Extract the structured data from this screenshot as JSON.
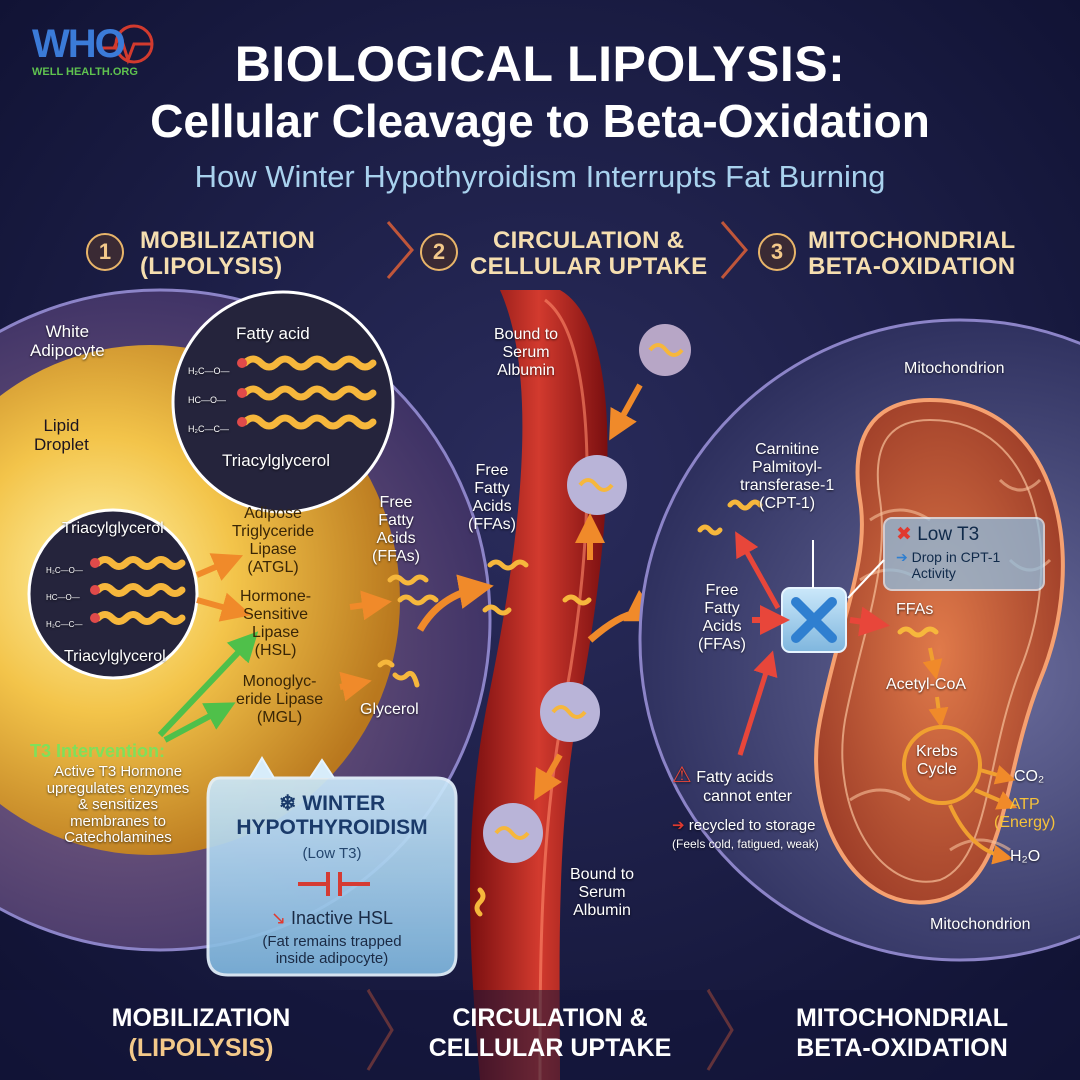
{
  "brand": {
    "logo_text": "WHO",
    "logo_subtitle": "WELL HEALTH.ORG"
  },
  "title": {
    "line1": "BIOLOGICAL LIPOLYSIS:",
    "line2": "Cellular Cleavage to Beta-Oxidation"
  },
  "subtitle": "How Winter Hypothyroidism Interrupts Fat Burning",
  "steps": [
    {
      "number": "1",
      "line1": "MOBILIZATION",
      "line2": "(LIPOLYSIS)"
    },
    {
      "number": "2",
      "line1": "CIRCULATION &",
      "line2": "CELLULAR UPTAKE"
    },
    {
      "number": "3",
      "line1": "MITOCHONDRIAL",
      "line2": "BETA-OXIDATION"
    }
  ],
  "adipocyte": {
    "cell_label": [
      "White",
      "Adipocyte"
    ],
    "droplet_label": [
      "Lipid",
      "Droplet"
    ],
    "zoom_top": {
      "fatty_acid": "Fatty acid",
      "triacylglycerol": "Triacylglycerol"
    },
    "zoom_left": {
      "top_label": "Triacylglycerol",
      "bottom_label": "Triacylglycerol"
    },
    "glycerol_backbone": {
      "row1": "H₂C—O—",
      "row2": "HC—O—",
      "row3": "H₂C—C—"
    },
    "enzymes": [
      [
        "Adipose",
        "Triglyceride",
        "Lipase",
        "(ATGL)"
      ],
      [
        "Hormone-",
        "Sensitive",
        "Lipase",
        "(HSL)"
      ],
      [
        "Monoglyc-",
        "eride Lipase",
        "(MGL)"
      ]
    ],
    "ffa_label": [
      "Free",
      "Fatty",
      "Acids",
      "(FFAs)"
    ],
    "glycerol_label": "Glycerol",
    "t3_intervention": {
      "title": "T3 Intervention:",
      "lines": [
        "Active T3 Hormone",
        "upregulates enzymes",
        "& sensitizes",
        "membranes to",
        "Catecholamines"
      ]
    }
  },
  "winter_box": {
    "title_line1": "WINTER",
    "title_line2": "HYPOTHYROIDISM",
    "subtitle": "(Low T3)",
    "inactive_label": "Inactive HSL",
    "note_lines": [
      "(Fat remains trapped",
      "inside adipocyte)"
    ]
  },
  "circulation": {
    "albumin_top": [
      "Bound to",
      "Serum",
      "Albumin"
    ],
    "albumin_bottom": [
      "Bound to",
      "Serum",
      "Albumin"
    ],
    "ffa_label": [
      "Free",
      "Fatty",
      "Acids",
      "(FFAs)"
    ]
  },
  "mitochondria": {
    "cpt1_label": [
      "Carnitine",
      "Palmitoyl-",
      "transferase-1",
      "(CPT-1)"
    ],
    "ffa_label": [
      "Free",
      "Fatty",
      "Acids",
      "(FFAs)"
    ],
    "mito_label_top": "Mitochondrion",
    "mito_label_bottom": "Mitochondrion",
    "low_t3": {
      "title": "Low T3",
      "line1": "Drop in CPT-1",
      "line2": "Activity"
    },
    "ffas_inside": "FFAs",
    "acetyl_coa": "Acetyl-CoA",
    "krebs": [
      "Krebs",
      "Cycle"
    ],
    "co2": "CO₂",
    "atp": [
      "ATP",
      "(Energy)"
    ],
    "h2o": "H₂O",
    "warning": {
      "line1": "Fatty acids",
      "line2": "cannot enter",
      "line3": "recycled to storage",
      "line4": "(Feels cold, fatigued, weak)"
    }
  },
  "footer": [
    {
      "line1": "MOBILIZATION",
      "line2": "(LIPOLYSIS)"
    },
    {
      "line1": "CIRCULATION &",
      "line2": "CELLULAR UPTAKE"
    },
    {
      "line1": "MITOCHONDRIAL",
      "line2": "BETA-OXIDATION"
    }
  ],
  "colors": {
    "background": "#14163a",
    "step_number": "#e8b56a",
    "fat_chain": "#f6b73c",
    "blood_vessel": "#b5221d",
    "arrow_orange": "#f08a2a",
    "arrow_green": "#4fc04a",
    "ice_blue": "#9fd0ee"
  }
}
